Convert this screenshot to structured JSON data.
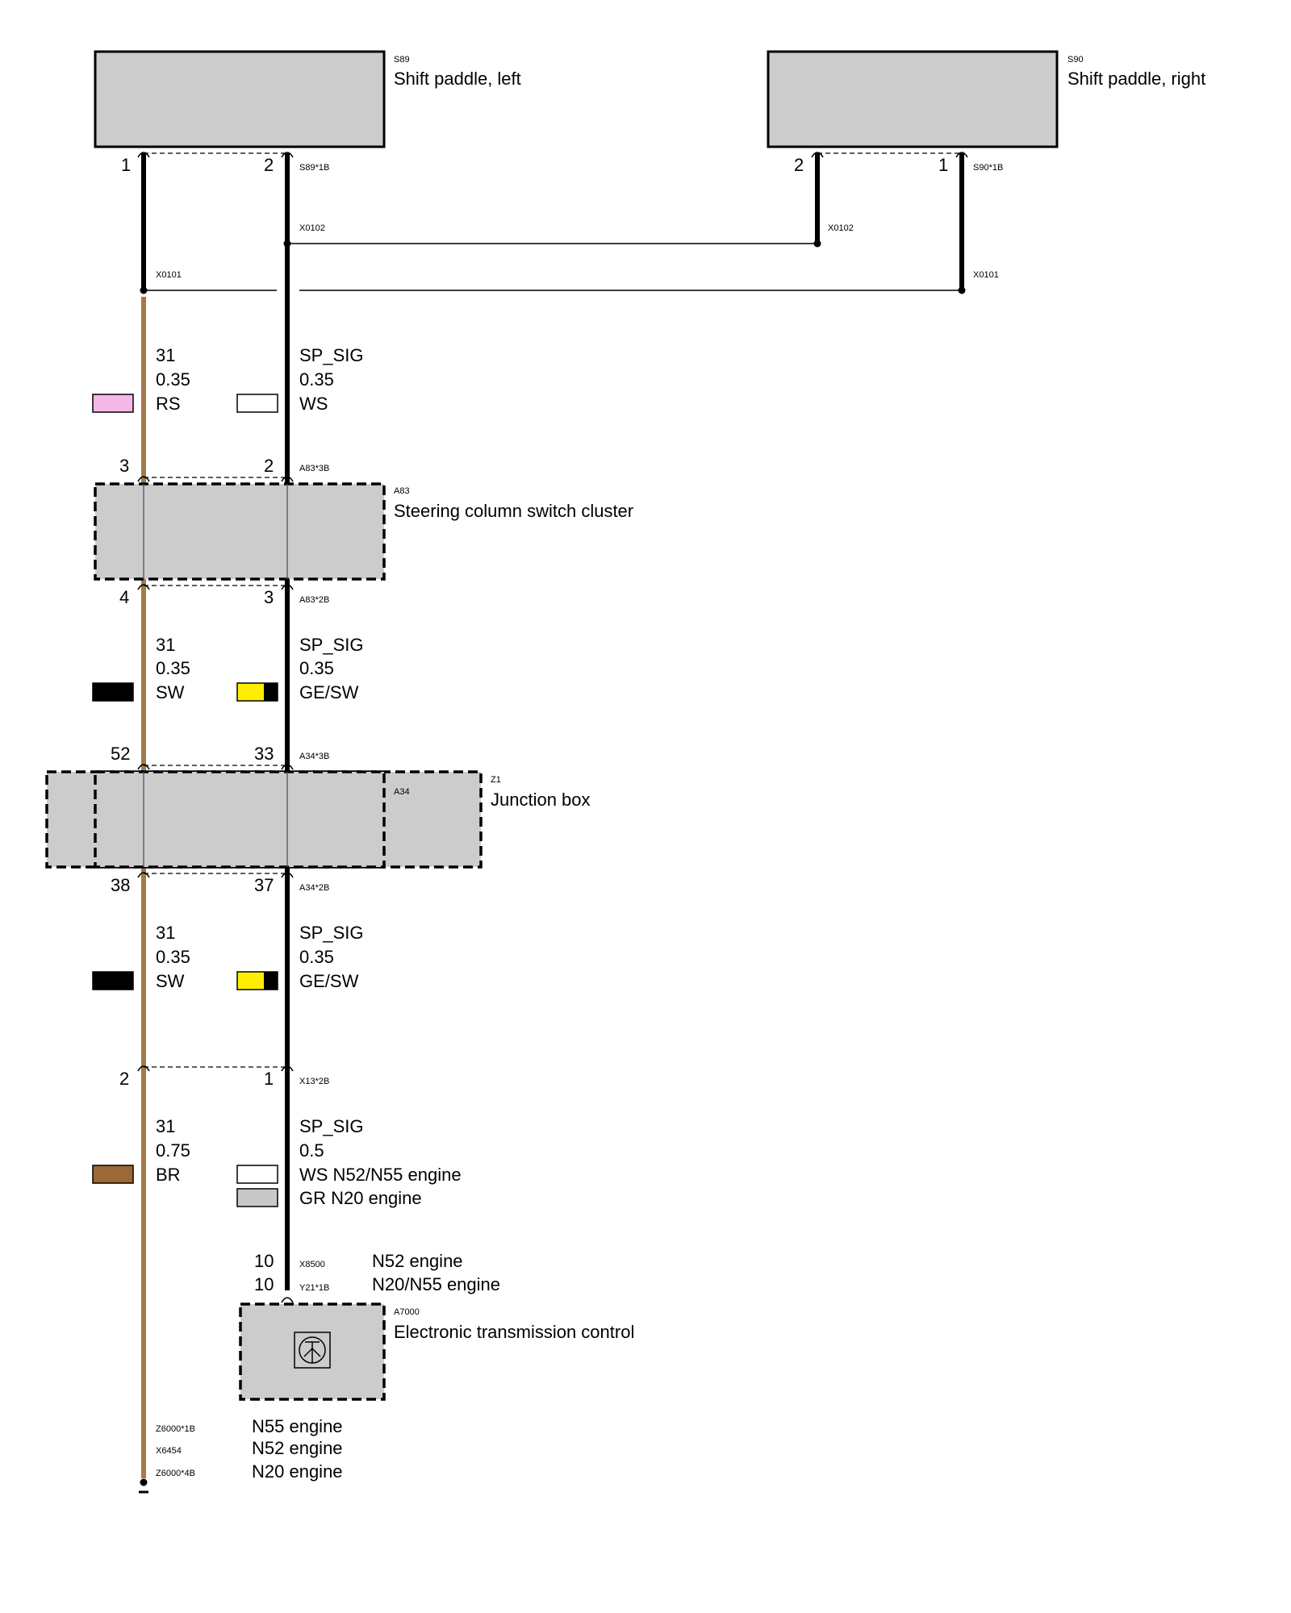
{
  "components": {
    "s89": {
      "code": "S89",
      "name": "Shift paddle, left",
      "plug": "S89*1B",
      "pin_left": "1",
      "pin_right": "2"
    },
    "s90": {
      "code": "S90",
      "name": "Shift paddle, right",
      "plug": "S90*1B",
      "pin_left": "2",
      "pin_right": "1"
    },
    "a83": {
      "code": "A83",
      "name": "Steering column switch cluster",
      "plug_top": "A83*3B",
      "plug_bottom": "A83*2B",
      "pin_top_brown": "3",
      "pin_top_black": "2",
      "pin_bottom_brown": "4",
      "pin_bottom_black": "3"
    },
    "z1": {
      "code": "Z1",
      "sub_code": "A34",
      "name": "Junction box",
      "plug_top": "A34*3B",
      "plug_bottom": "A34*2B",
      "pin_top_brown": "52",
      "pin_top_black": "33",
      "pin_bottom_brown": "38",
      "pin_bottom_black": "37"
    },
    "x13": {
      "plug": "X13*2B",
      "pin_brown": "2",
      "pin_black": "1"
    },
    "a7000": {
      "code": "A7000",
      "name": "Electronic transmission control",
      "pin_1": "10",
      "plug_1": "X8500",
      "variant_1": "N52 engine",
      "pin_2": "10",
      "plug_2": "Y21*1B",
      "variant_2": "N20/N55 engine"
    }
  },
  "junctions": {
    "x0102_left": "X0102",
    "x0102_right": "X0102",
    "x0101_left": "X0101",
    "x0101_right": "X0101"
  },
  "wires": {
    "seg1": {
      "brown": {
        "signal": "31",
        "size": "0.35",
        "color": "RS",
        "swatch": "#f4b8e8"
      },
      "black": {
        "signal": "SP_SIG",
        "size": "0.35",
        "color": "WS",
        "swatch": "#ffffff"
      }
    },
    "seg2": {
      "brown": {
        "signal": "31",
        "size": "0.35",
        "color": "SW",
        "swatch": "#000000"
      },
      "black": {
        "signal": "SP_SIG",
        "size": "0.35",
        "color": "GE/SW",
        "swatch": "#ffee00",
        "stripe": "#000000"
      }
    },
    "seg3": {
      "brown": {
        "signal": "31",
        "size": "0.35",
        "color": "SW",
        "swatch": "#000000"
      },
      "black": {
        "signal": "SP_SIG",
        "size": "0.35",
        "color": "GE/SW",
        "swatch": "#ffee00",
        "stripe": "#000000"
      }
    },
    "seg4": {
      "brown": {
        "signal": "31",
        "size": "0.75",
        "color": "BR",
        "swatch": "#9c6934"
      },
      "black": {
        "signal": "SP_SIG",
        "size": "0.5",
        "color_1": "WS N52/N55 engine",
        "swatch_1": "#ffffff",
        "color_2": "GR  N20 engine",
        "swatch_2": "#c8c8c8"
      }
    }
  },
  "ground": {
    "plug_1": "Z6000*1B",
    "variant_1": "N55 engine",
    "plug_2": "X6454",
    "variant_2": "N52 engine",
    "plug_3": "Z6000*4B",
    "variant_3": "N20 engine"
  },
  "colors": {
    "brown_wire": "#a27a4b",
    "box_fill": "#cccccc"
  },
  "icons": {
    "a7000_symbol": "transistor-icon"
  }
}
